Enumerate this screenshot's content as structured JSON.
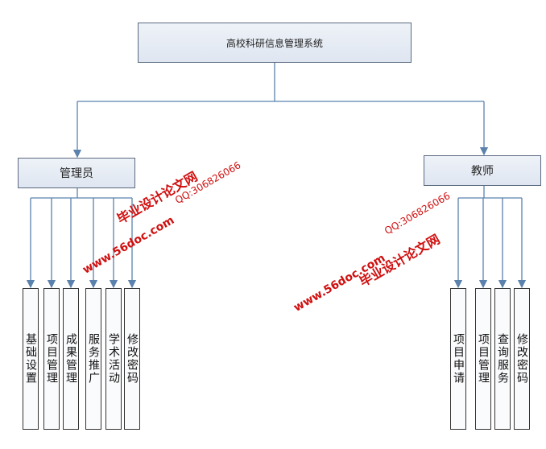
{
  "root": {
    "label": "高校科研信息管理系统"
  },
  "admin": {
    "label": "管理员",
    "children": [
      "基础设置",
      "项目管理",
      "成果管理",
      "服务推广",
      "学术活动",
      "修改密码"
    ]
  },
  "teacher": {
    "label": "教师",
    "children": [
      "项目申请",
      "项目管理",
      "查询服务",
      "修改密码"
    ]
  },
  "watermarks": {
    "url": "www.56doc.com",
    "qq": "QQ:306826066",
    "site": "毕业设计论文网",
    "color": "#d01010"
  },
  "colors": {
    "connector": "#5b82ad",
    "box_border": "#5a6a80"
  }
}
